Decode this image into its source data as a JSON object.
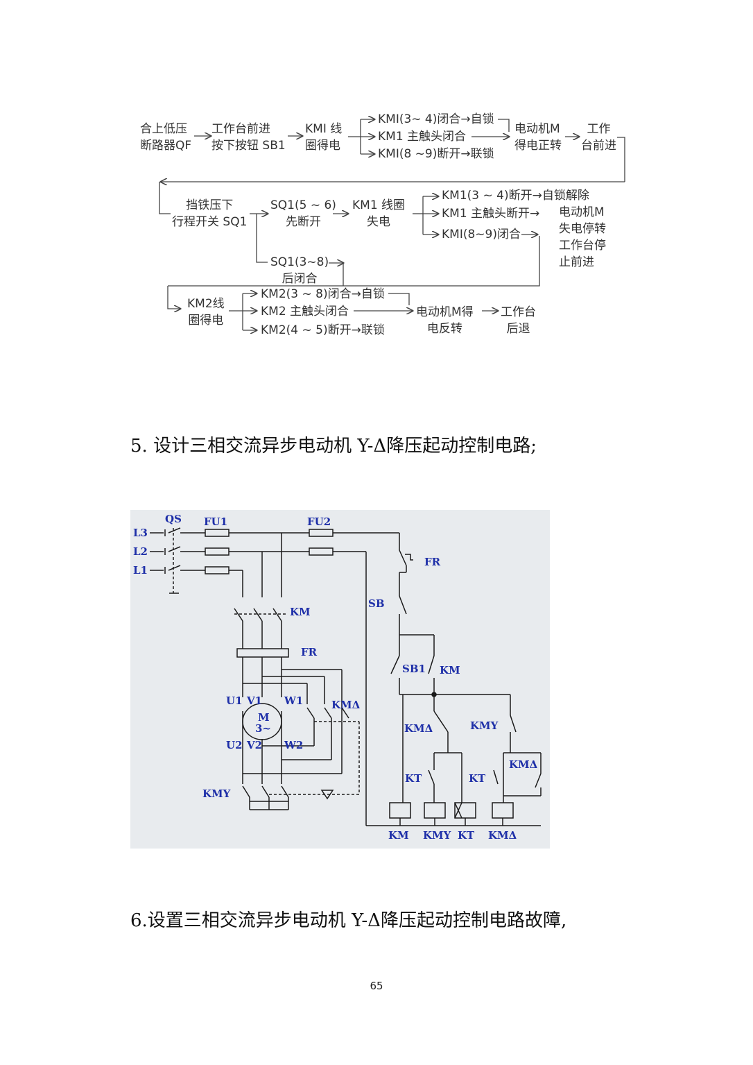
{
  "flowchart": {
    "r1_qf": "合上低压\n断路器QF",
    "r1_sb1": "工作台前进\n按下按钮 SB1",
    "r1_km1coil": "KMI 线\n圈得电",
    "r1_b1": "KMI(3~ 4)闭合→自锁",
    "r1_b2": "KM1 主触头闭合",
    "r1_b3": "KMI(8 ~9)断开→联锁",
    "r1_motor": "电动机M\n得电正转",
    "r1_forward": "工作\n台前进",
    "r2_block": "挡铁压下\n行程开关 SQ1",
    "r2_sq56": "SQ1(5 ~ 6)\n先断开",
    "r2_km1off": "KM1 线圈\n失电",
    "r2_b1": "KM1(3 ~ 4)断开→自锁解除",
    "r2_b2": "KM1 主触头断开→",
    "r2_b3": "KMI(8~9)闭合",
    "r2_motor": "电动机M\n失电停转\n工作台停\n止前进",
    "r3_sq38": "SQ1(3~8)\n后闭合",
    "r4_km2coil": "KM2线\n圈得电",
    "r4_b1": "KM2(3 ~ 8)闭合→自锁",
    "r4_b2": "KM2 主触头闭合",
    "r4_b3": "KM2(4 ~ 5)断开→联锁",
    "r4_motor": "电动机M得\n电反转",
    "r4_back": "工作台\n后退"
  },
  "heading5": "5.  设计三相交流异步电动机 Y-Δ降压起动控制电路;",
  "circuit": {
    "qs": "QS",
    "fu1": "FU1",
    "fu2": "FU2",
    "l3": "L3",
    "l2": "L2",
    "l1": "L1",
    "km_main": "KM",
    "fr_main": "FR",
    "fr_ctrl": "FR",
    "sb": "SB",
    "sb1": "SB1",
    "km_hold": "KM",
    "u1": "U1",
    "v1": "V1",
    "w1": "W1",
    "motor_m": "M",
    "motor_3": "3~",
    "u2": "U2",
    "v2": "V2",
    "w2": "W2",
    "km_delta_main": "KMΔ",
    "kmy_main": "KMY",
    "km_delta_nc": "KMΔ",
    "kmy_nc": "KMY",
    "kt1": "KT",
    "kt2": "KT",
    "km_delta_hold": "KMΔ",
    "coil_km": "KM",
    "coil_kmy": "KMY",
    "coil_kt": "KT",
    "coil_kmd": "KMΔ"
  },
  "heading6": "6.设置三相交流异步电动机 Y-Δ降压起动控制电路故障,",
  "page_number": "65"
}
